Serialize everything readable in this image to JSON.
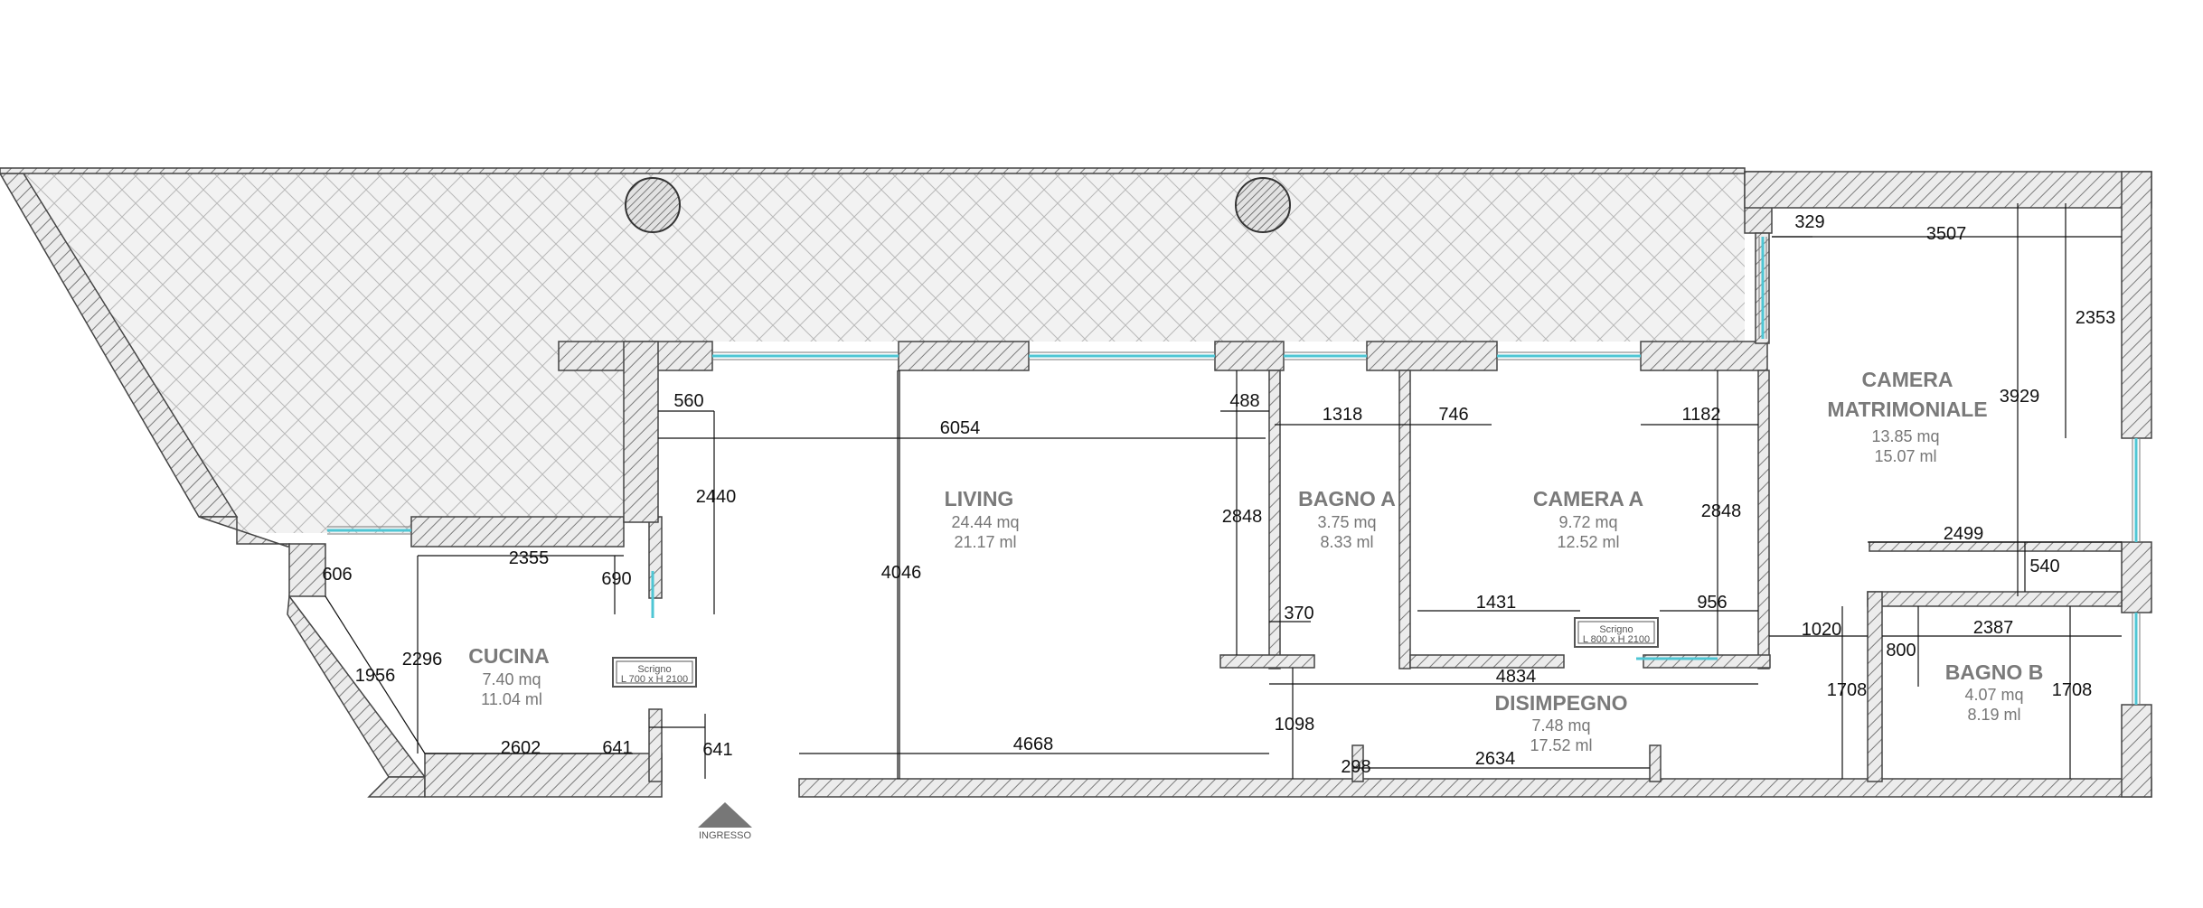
{
  "rooms": {
    "living": {
      "name": "LIVING",
      "area": "24.44 mq",
      "perimeter": "21.17 ml"
    },
    "cucina": {
      "name": "CUCINA",
      "area": "7.40 mq",
      "perimeter": "11.04 ml"
    },
    "bagno_a": {
      "name": "BAGNO A",
      "area": "3.75 mq",
      "perimeter": "8.33 ml"
    },
    "camera_a": {
      "name": "CAMERA A",
      "area": "9.72 mq",
      "perimeter": "12.52 ml"
    },
    "camera_m": {
      "name_line1": "CAMERA",
      "name_line2": "MATRIMONIALE",
      "area": "13.85 mq",
      "perimeter": "15.07 ml"
    },
    "bagno_b": {
      "name": "BAGNO B",
      "area": "4.07 mq",
      "perimeter": "8.19 ml"
    },
    "disimpegno": {
      "name": "DISIMPEGNO",
      "area": "7.48 mq",
      "perimeter": "17.52 ml"
    }
  },
  "doors": {
    "scrigno_1": {
      "title": "Scrigno",
      "size": "L 700 x H 2100"
    },
    "scrigno_2": {
      "title": "Scrigno",
      "size": "L 800 x H 2100"
    }
  },
  "entrance": {
    "label": "INGRESSO"
  },
  "dims": {
    "d560": "560",
    "d6054": "6054",
    "d2440": "2440",
    "d488": "488",
    "d1318": "1318",
    "d746": "746",
    "d1182": "1182",
    "d329": "329",
    "d3507": "3507",
    "d2353": "2353",
    "d3929": "3929",
    "d2848a": "2848",
    "d2848b": "2848",
    "d606": "606",
    "d2355": "2355",
    "d690": "690",
    "d2296": "2296",
    "d1956": "1956",
    "d2602": "2602",
    "d641a": "641",
    "d641b": "641",
    "d4046": "4046",
    "d4668": "4668",
    "d370": "370",
    "d1431": "1431",
    "d956": "956",
    "d1020": "1020",
    "d2499": "2499",
    "d540": "540",
    "d2387": "2387",
    "d800": "800",
    "d1708a": "1708",
    "d1708b": "1708",
    "d4834": "4834",
    "d1098": "1098",
    "d298": "298",
    "d2634": "2634"
  }
}
